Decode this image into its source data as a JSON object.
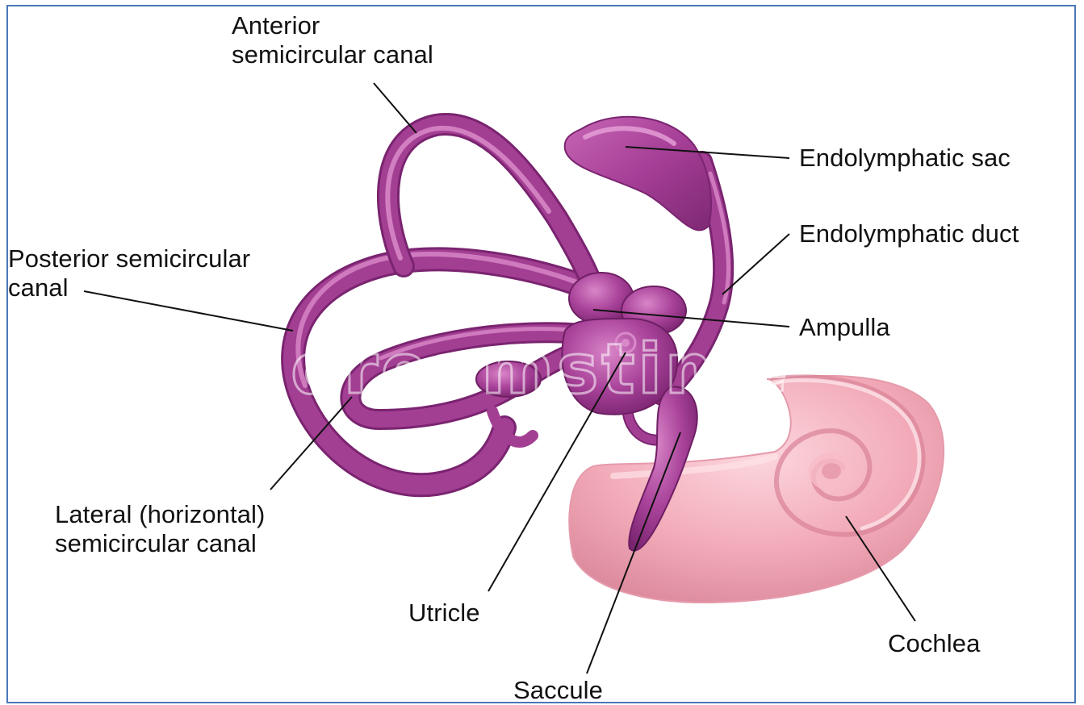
{
  "labels": {
    "anterior_canal": [
      "Anterior",
      "semicircular canal"
    ],
    "posterior_canal": [
      "Posterior semicircular",
      "canal"
    ],
    "lateral_canal": [
      "Lateral (horizontal)",
      "semicircular canal"
    ],
    "endolymphatic_sac": "Endolymphatic sac",
    "endolymphatic_duct": "Endolymphatic duct",
    "ampulla": "Ampulla",
    "utricle": "Utricle",
    "saccule": "Saccule",
    "cochlea": "Cochlea"
  },
  "watermark": "dreamstime",
  "colors": {
    "frame": "#4a76b8",
    "labyrinth": "#a33f93",
    "labyrinth_highlight": "#d37cc4",
    "labyrinth_shadow": "#6e1f63",
    "cochlea": "#f0a7b5",
    "cochlea_highlight": "#fbd3da",
    "cochlea_shadow": "#d27c90",
    "leader": "#111111"
  }
}
